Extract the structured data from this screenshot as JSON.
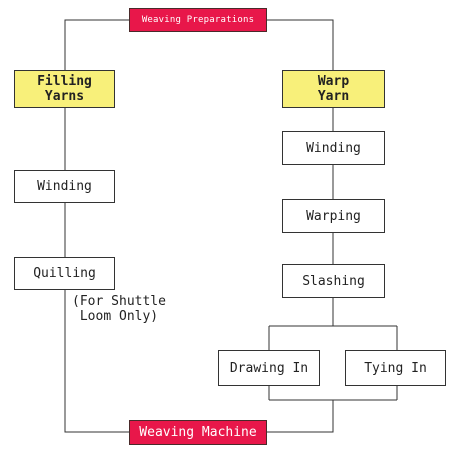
{
  "nodes": {
    "weaving_preparations": "Weaving Preparations",
    "filling_yarns": "Filling\nYarns",
    "warp_yarn": "Warp\nYarn",
    "winding_filling": "Winding",
    "quilling": "Quilling",
    "quilling_note": "(For Shuttle\nLoom Only)",
    "winding_warp": "Winding",
    "warping": "Warping",
    "slashing": "Slashing",
    "drawing_in": "Drawing In",
    "tying_in": "Tying In",
    "weaving_machine": "Weaving Machine"
  },
  "colors": {
    "terminal_fill": "#e8174a",
    "yarn_fill": "#f8f07a",
    "process_fill": "#ffffff",
    "line": "#333333"
  }
}
